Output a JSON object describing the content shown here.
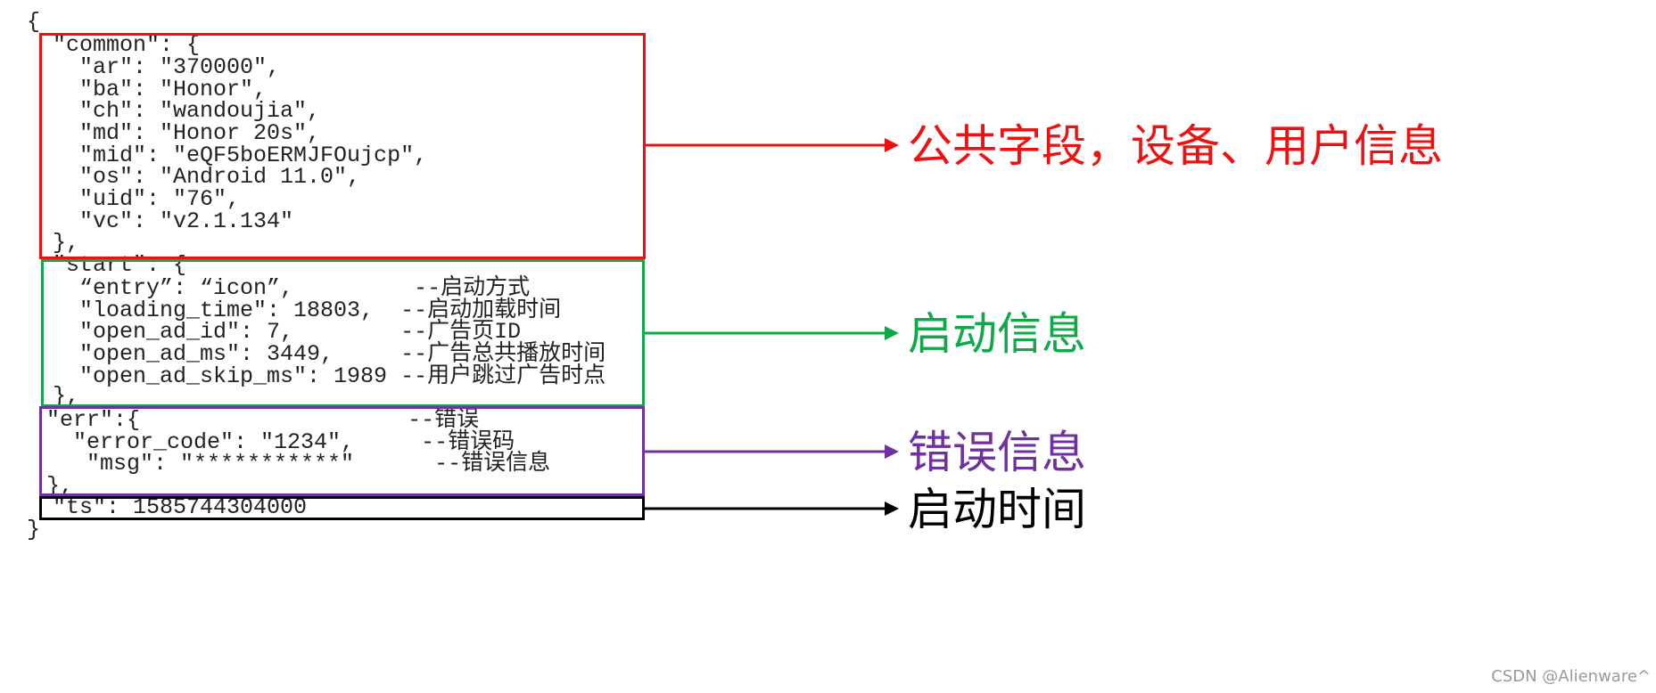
{
  "code_lines": [
    "{",
    " \"common\": {",
    "   \"ar\": \"370000\",",
    "   \"ba\": \"Honor\",",
    "   \"ch\": \"wandoujia\",",
    "   \"md\": \"Honor 20s\",",
    "   \"mid\": \"eQF5boERMJFOujcp\",",
    "   \"os\": \"Android 11.0\",",
    "   \"uid\": \"76\",",
    "   \"vc\": \"v2.1.134\"",
    " },",
    " \"start\": {",
    "   “entry”: “icon”,         --启动方式",
    "   \"loading_time\": 18803,  --启动加载时间",
    "   \"open_ad_id\": 7,        --广告页ID",
    "   \"open_ad_ms\": 3449,     --广告总共播放时间",
    "   \"open_ad_skip_ms\": 1989 --用户跳过广告时点",
    " },",
    "\"err\":{                    --错误",
    "  \"error_code\": \"1234\",     --错误码",
    "   \"msg\": \"***********\"      --错误信息",
    "},",
    " \"ts\": 1585744304000",
    "}"
  ],
  "annotations": {
    "common": "公共字段，设备、用户信息",
    "start": "启动信息",
    "err": "错误信息",
    "ts": "启动时间"
  },
  "colors": {
    "common": "#ee1111",
    "start": "#11a84a",
    "err": "#7030a0",
    "ts": "#000000"
  },
  "watermark": "CSDN @Alienware^"
}
